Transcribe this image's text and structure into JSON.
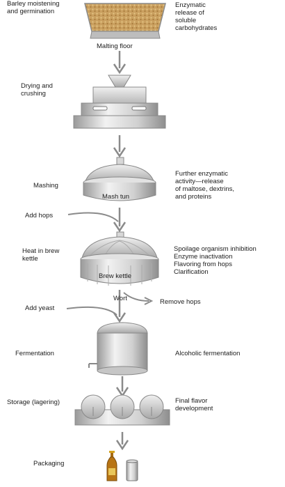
{
  "steps": [
    {
      "label": "Barley moistening\nand germination",
      "equipment": "Malting floor",
      "note": "Enzymatic\nrelease of\nsoluble\ncarbohydrates"
    },
    {
      "label": "Drying and\ncrushing",
      "equipment": "",
      "note": ""
    },
    {
      "label": "Mashing",
      "equipment": "Mash tun",
      "note": "Further enzymatic\nactivity—release\nof maltose, dextrins,\nand proteins"
    },
    {
      "label": "Heat in brew\nkettle",
      "equipment": "Brew kettle",
      "note": "Spoilage organism inhibition\nEnzyme inactivation\nFlavoring from hops\nClarification"
    },
    {
      "label": "Fermentation",
      "equipment": "",
      "note": "Alcoholic fermentation"
    },
    {
      "label": "Storage (lagering)",
      "equipment": "",
      "note": "Final flavor\ndevelopment"
    },
    {
      "label": "Packaging",
      "equipment": "",
      "note": ""
    }
  ],
  "inputs": {
    "hops": "Add hops",
    "yeast": "Add yeast"
  },
  "outputs": {
    "wort": "Wort",
    "remove_hops": "Remove hops"
  }
}
